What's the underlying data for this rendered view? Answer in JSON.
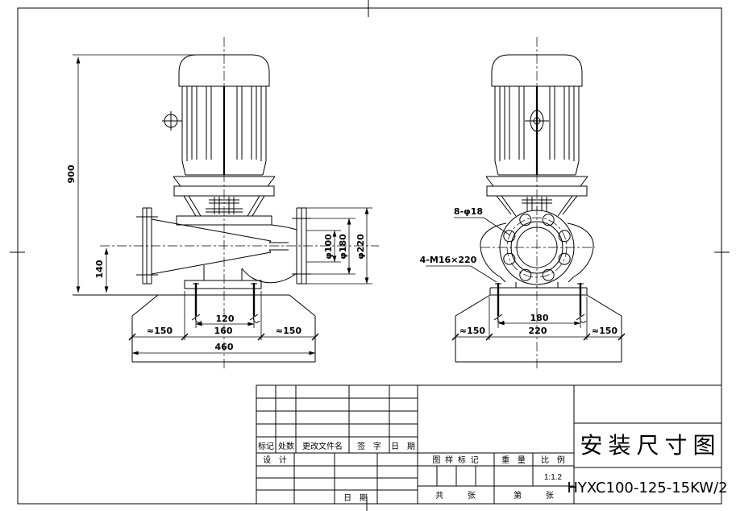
{
  "left_view": {
    "dim_overall_height": "900",
    "dim_suction_height": "140",
    "dim_anchor_span": "120",
    "dim_foot_span": "160",
    "dim_margin_left": "≈150",
    "dim_margin_right": "≈150",
    "dim_foundation_width": "460",
    "dim_flange_bore": "φ100",
    "dim_flange_bolt_circle": "φ180",
    "dim_flange_od": "φ220"
  },
  "right_view": {
    "label_flange_holes": "8-φ18",
    "label_anchor_bolts": "4-M16×220",
    "dim_anchor_span": "180",
    "dim_foot_span": "220",
    "dim_margin_left": "≈150",
    "dim_margin_right": "≈150"
  },
  "title_block": {
    "title": "安装尺寸图",
    "model": "HYXC100-125-15KW/2",
    "scale_value": "1:1.2",
    "labels": {
      "mark": "标记",
      "count": "处数",
      "change_file": "更改文件名",
      "signature": "签 字",
      "date": "日 期",
      "design": "设 计",
      "date_bottom": "日 期",
      "drawing_mark": "图 样 标 记",
      "weight": "重 量",
      "scale": "比 例",
      "sheets_total": "共 张",
      "sheet_number": "第 张"
    }
  }
}
